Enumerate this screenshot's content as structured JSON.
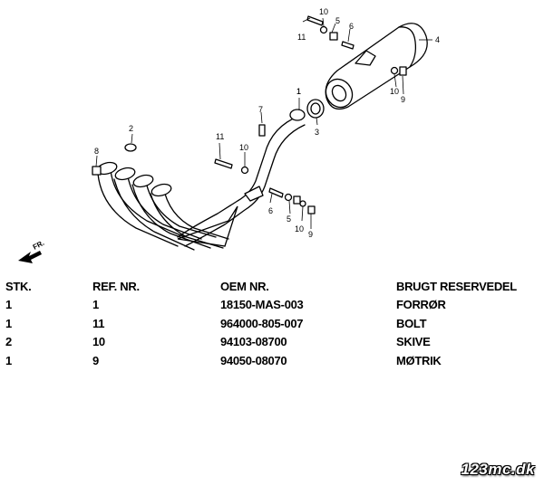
{
  "diagram": {
    "callouts": [
      "1",
      "2",
      "3",
      "4",
      "5",
      "6",
      "7",
      "8",
      "9",
      "10",
      "11"
    ],
    "direction_label": "FR."
  },
  "table": {
    "headers": [
      "STK.",
      "REF. NR.",
      "OEM NR.",
      "BRUGT RESERVEDEL"
    ],
    "rows": [
      [
        "1",
        "1",
        "18150-MAS-003",
        "FORRØR"
      ],
      [
        "1",
        "11",
        "964000-805-007",
        "BOLT"
      ],
      [
        "2",
        "10",
        "94103-08700",
        "SKIVE"
      ],
      [
        "1",
        "9",
        "94050-08070",
        "MØTRIK"
      ]
    ]
  },
  "watermark": "123mc.dk"
}
